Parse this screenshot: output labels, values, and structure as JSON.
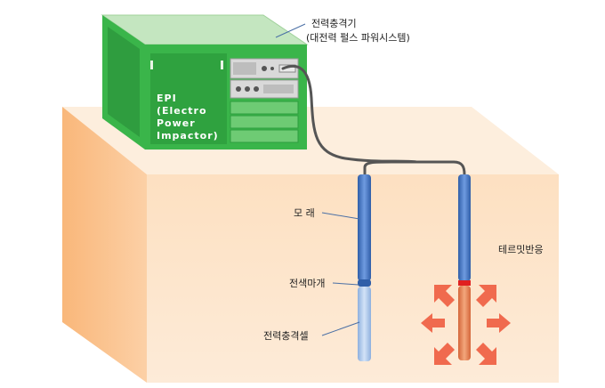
{
  "epi_device": {
    "title": "전력충격기",
    "subtitle": "(대전력 펄스 파워시스템)",
    "panel_lines": [
      "EPI",
      "(Electro",
      "Power",
      "Impactor)"
    ]
  },
  "labels": {
    "sand": "모 래",
    "electrode_cap": "전색마개",
    "shock_cell": "전력충격셀",
    "plasma_reaction": "테르밋반응"
  },
  "colors": {
    "ground_top": "#fdeedd",
    "ground_front": "#fde4c8",
    "ground_side": "#fbc089",
    "device_green": "#3ab54a",
    "device_light": "#bfe5bb",
    "rod_blue": "#3d6fbd",
    "rod_light_blue": "#a6c4ea",
    "reaction_orange": "#e0794a",
    "arrow_red": "#f06a4e",
    "cable": "#555555"
  }
}
